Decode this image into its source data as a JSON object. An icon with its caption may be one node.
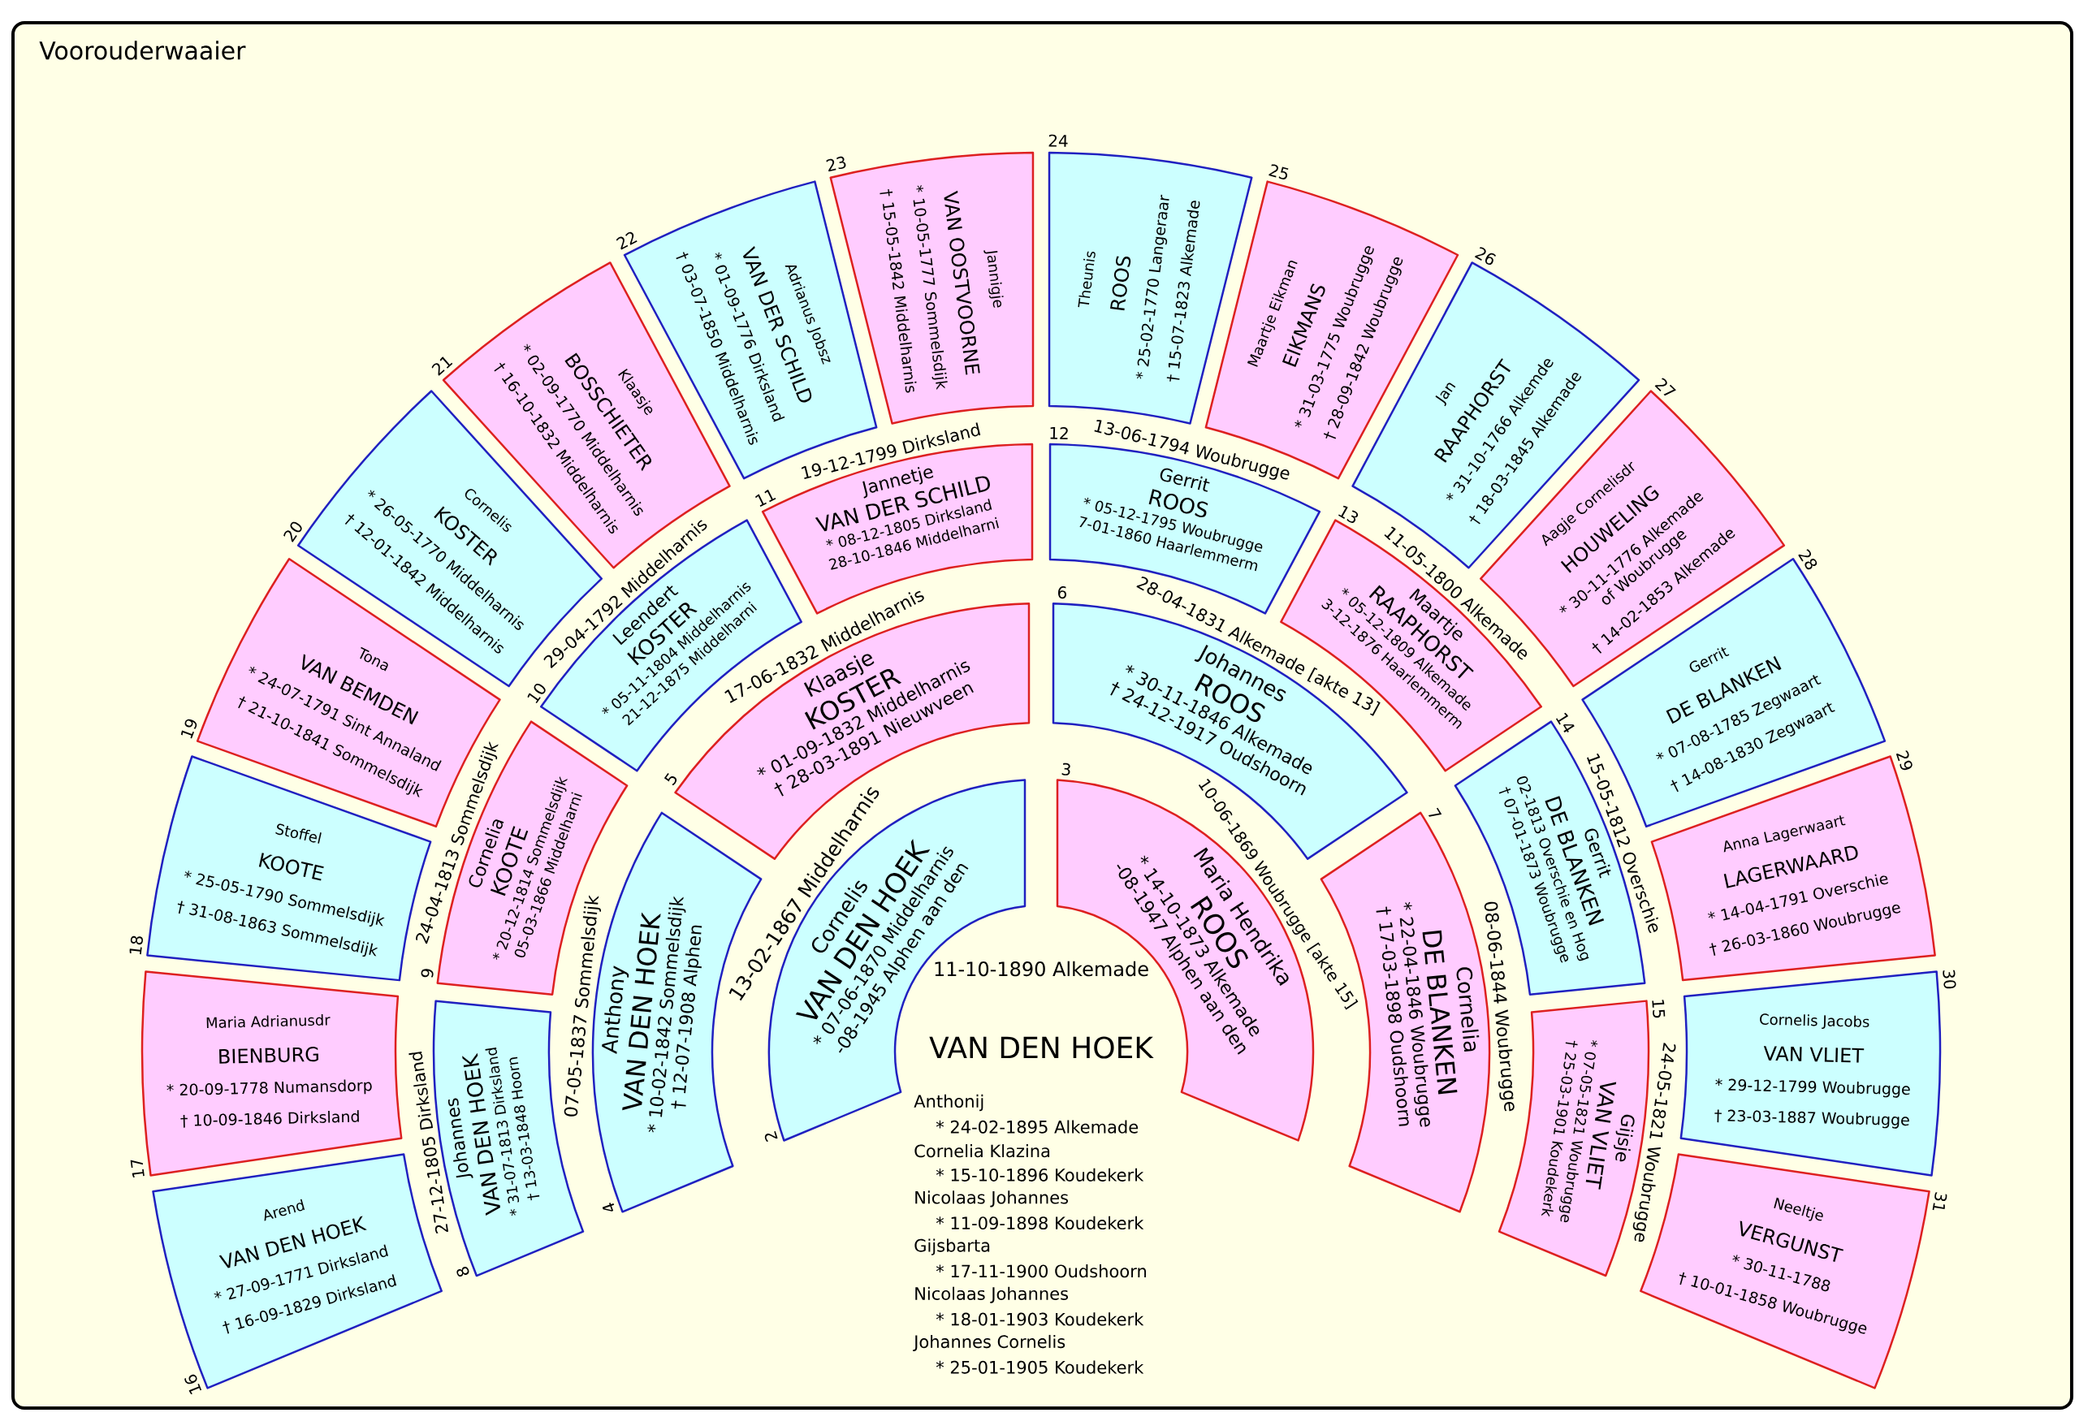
{
  "diagram": {
    "title": "Voorouderwaaier",
    "nodes": [
      {
        "text": [
          "Cornelis",
          "VAN DEN HOEK",
          "* 07-06-1870 Middelharnis",
          "-08-1945 Alphen aan den"
        ],
        "beside": [
          "2"
        ]
      },
      {
        "text": [
          "Maria Hendrika",
          "ROOS",
          "* 14-10-1873 Alkemade",
          "-08-1947 Alphen aan den"
        ],
        "beside": [
          "3"
        ]
      },
      {
        "text": [
          "Anthony",
          "VAN DEN HOEK",
          "* 10-02-1842 Sommelsdijk",
          "† 12-07-1908 Alphen"
        ],
        "beside": [
          "4"
        ]
      },
      {
        "text": [
          "Klaasje",
          "KOSTER",
          "* 01-09-1832 Middelharnis",
          "† 28-03-1891 Nieuwveen"
        ],
        "beside": [
          "5"
        ]
      },
      {
        "text": [
          "Johannes",
          "ROOS",
          "* 30-11-1846 Alkemade",
          "† 24-12-1917 Oudshoorn"
        ],
        "beside": [
          "6"
        ]
      },
      {
        "text": [
          "Cornelia",
          "DE BLANKEN",
          "* 22-04-1846 Woubrugge",
          "† 17-03-1898 Oudshoorn"
        ],
        "beside": [
          "7"
        ]
      },
      {
        "text": [
          "Johannes",
          "VAN DEN HOEK",
          "* 31-07-1813 Dirksland",
          "† 13-03-1848 Hoorn"
        ],
        "beside": [
          "8"
        ]
      },
      {
        "text": [
          "Cornelia",
          "KOOTE",
          "* 20-12-1814 Sommelsdijk",
          "05-03-1866 Middelharni"
        ],
        "beside": [
          "9"
        ]
      },
      {
        "text": [
          "Leendert",
          "KOSTER",
          "* 05-11-1804 Middelharnis",
          "21-12-1875 Middelharni"
        ],
        "beside": [
          "10"
        ]
      },
      {
        "text": [
          "Jannetje",
          "VAN DER SCHILD",
          "* 08-12-1805 Dirksland",
          "28-10-1846 Middelharni"
        ],
        "beside": [
          "11"
        ]
      },
      {
        "text": [
          "Gerrit",
          "ROOS",
          "* 05-12-1795 Woubrugge",
          "7-01-1860 Haarlemmerm"
        ],
        "beside": [
          "12"
        ]
      },
      {
        "text": [
          "Maartje",
          "RAAPHORST",
          "* 05-12-1809 Alkemade",
          "3-12-1876 Haarlemmerm"
        ],
        "beside": [
          "13"
        ]
      },
      {
        "text": [
          "Gerrit",
          "DE BLANKEN",
          "02-1813 Overschie en Hog",
          "† 07-01-1873 Woubrugge"
        ],
        "beside": [
          "14"
        ]
      },
      {
        "text": [
          "Gijsje",
          "VAN VLIET",
          "* 07-05-1821 Woubrugge",
          "† 25-03-1901 Koudekerk"
        ],
        "beside": [
          "15"
        ]
      },
      {
        "text": [
          "Arend",
          "VAN DEN HOEK",
          "* 27-09-1771 Dirksland",
          "† 16-09-1829 Dirksland"
        ],
        "beside": [
          "16"
        ]
      },
      {
        "text": [
          "Maria Adrianusdr",
          "BIENBURG",
          "* 20-09-1778 Numansdorp",
          "† 10-09-1846 Dirksland"
        ],
        "beside": [
          "17"
        ]
      },
      {
        "text": [
          "Stoffel",
          "KOOTE",
          "* 25-05-1790 Sommelsdijk",
          "† 31-08-1863 Sommelsdijk"
        ],
        "beside": [
          "18"
        ]
      },
      {
        "text": [
          "Tona",
          "VAN BEMDEN",
          "* 24-07-1791 Sint Annaland",
          "† 21-10-1841 Sommelsdijk"
        ],
        "beside": [
          "19"
        ]
      },
      {
        "text": [
          "Cornelis",
          "KOSTER",
          "* 26-05-1770 Middelharnis",
          "† 12-01-1842 Middelharnis"
        ],
        "beside": [
          "20"
        ]
      },
      {
        "text": [
          "Klaasje",
          "BOSSCHIETER",
          "* 02-09-1770 Middelharnis",
          "† 16-10-1832 Middelharnis"
        ],
        "beside": [
          "21"
        ]
      },
      {
        "text": [
          "Adrianus Jobsz",
          "VAN DER SCHILD",
          "* 01-09-1776 Dirksland",
          "† 03-07-1850 Middelharnis"
        ],
        "beside": [
          "22"
        ]
      },
      {
        "text": [
          "Jannigje",
          "VAN OOSTVOORNE",
          "* 10-05-1777 Sommelsdijk",
          "† 15-05-1842 Middelharnis"
        ],
        "beside": [
          "23"
        ]
      },
      {
        "text": [
          "Theunis",
          "ROOS",
          "* 25-02-1770 Langeraar",
          "† 15-07-1823 Alkemade"
        ],
        "beside": [
          "24"
        ]
      },
      {
        "text": [
          "Maartje Eikman",
          "EIKMANS",
          "* 31-03-1775 Woubrugge",
          "† 28-09-1842 Woubrugge"
        ],
        "beside": [
          "25"
        ]
      },
      {
        "text": [
          "Jan",
          "RAAPHORST",
          "* 31-10-1766 Alkemde",
          "† 18-03-1845 Alkemade"
        ],
        "beside": [
          "26"
        ]
      },
      {
        "text": [
          "Aagje Cornelisdr",
          "HOUWELING",
          "* 30-11-1776 Alkemade of Woubrugge",
          "† 14-02-1853 Alkemade"
        ],
        "beside": [
          "27"
        ]
      },
      {
        "text": [
          "Gerrit",
          "DE BLANKEN",
          "* 07-08-1785 Zegwaart",
          "† 14-08-1830 Zegwaart"
        ],
        "beside": [
          "28"
        ]
      },
      {
        "text": [
          "Anna Lagerwaart",
          "LAGERWAARD",
          "* 14-04-1791 Overschie",
          "† 26-03-1860 Woubrugge"
        ],
        "beside": [
          "29"
        ]
      },
      {
        "text": [
          "Cornelis Jacobs",
          "VAN VLIET",
          "* 29-12-1799 Woubrugge",
          "† 23-03-1887 Woubrugge"
        ],
        "beside": [
          "30"
        ]
      },
      {
        "text": [
          "Neeltje",
          "VERGUNST",
          "* 30-11-1788",
          "† 10-01-1858 Woubrugge"
        ],
        "beside": [
          "31"
        ]
      }
    ],
    "labels": [
      "11-10-1890 Alkemade",
      "13-02-1867 Middelharnis",
      "10-06-1869 Woubrugge [akte 15]",
      "07-05-1837 Sommelsdijk",
      "17-06-1832 Middelharnis",
      "28-04-1831 Alkemade [akte 13]",
      "08-06-1844 Woubrugge",
      "27-12-1805 Dirksland",
      "24-04-1813 Sommelsdijk",
      "29-04-1792 Middelharnis",
      "19-12-1799 Dirksland",
      "13-06-1794 Woubrugge",
      "11-05-1800 Alkemade",
      "15-05-1812 Overschie",
      "24-05-1821 Woubrugge",
      "VAN DEN HOEK",
      "Anthonij",
      "* 24-02-1895 Alkemade",
      "Cornelia Klazina",
      "* 15-10-1896 Koudekerk",
      "Nicolaas Johannes",
      "* 11-09-1898 Koudekerk",
      "Gijsbarta",
      "* 17-11-1900 Oudshoorn",
      "Nicolaas Johannes",
      "* 18-01-1903 Koudekerk",
      "Johannes Cornelis",
      "* 25-01-1905 Koudekerk"
    ]
  }
}
